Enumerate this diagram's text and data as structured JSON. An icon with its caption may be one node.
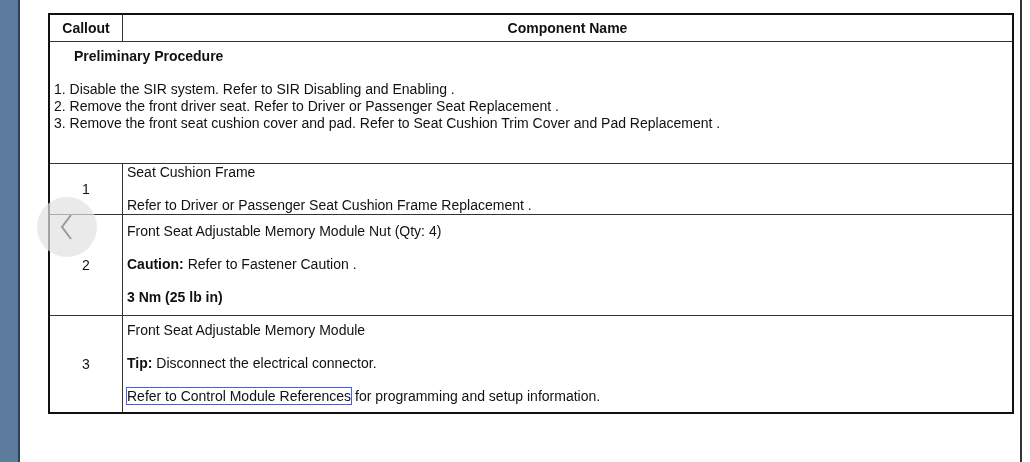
{
  "diagram": {
    "labels": [
      "Callout",
      "Component Name",
      "Preliminary Procedure",
      "1. Disable the SIR system. Refer to SIR Disabling and Enabling .",
      "2. Remove the front driver seat. Refer to Driver or Passenger Seat Replacement .",
      "3. Remove the front seat cushion cover and pad. Refer to Seat Cushion Trim Cover and Pad Replacement .",
      "1",
      "Seat Cushion Frame",
      "Refer to Driver or Passenger Seat Cushion Frame Replacement .",
      "2",
      "Front Seat Adjustable Memory Module Nut (Qty: 4)",
      "**Caution:** Refer to Fastener Caution .",
      "3 Nm (25 lb in)",
      "3",
      "Front Seat Adjustable Memory Module",
      "**Tip:** Disconnect the electrical connector.",
      "Refer to Control Module References",
      "for programming and setup information."
    ]
  }
}
